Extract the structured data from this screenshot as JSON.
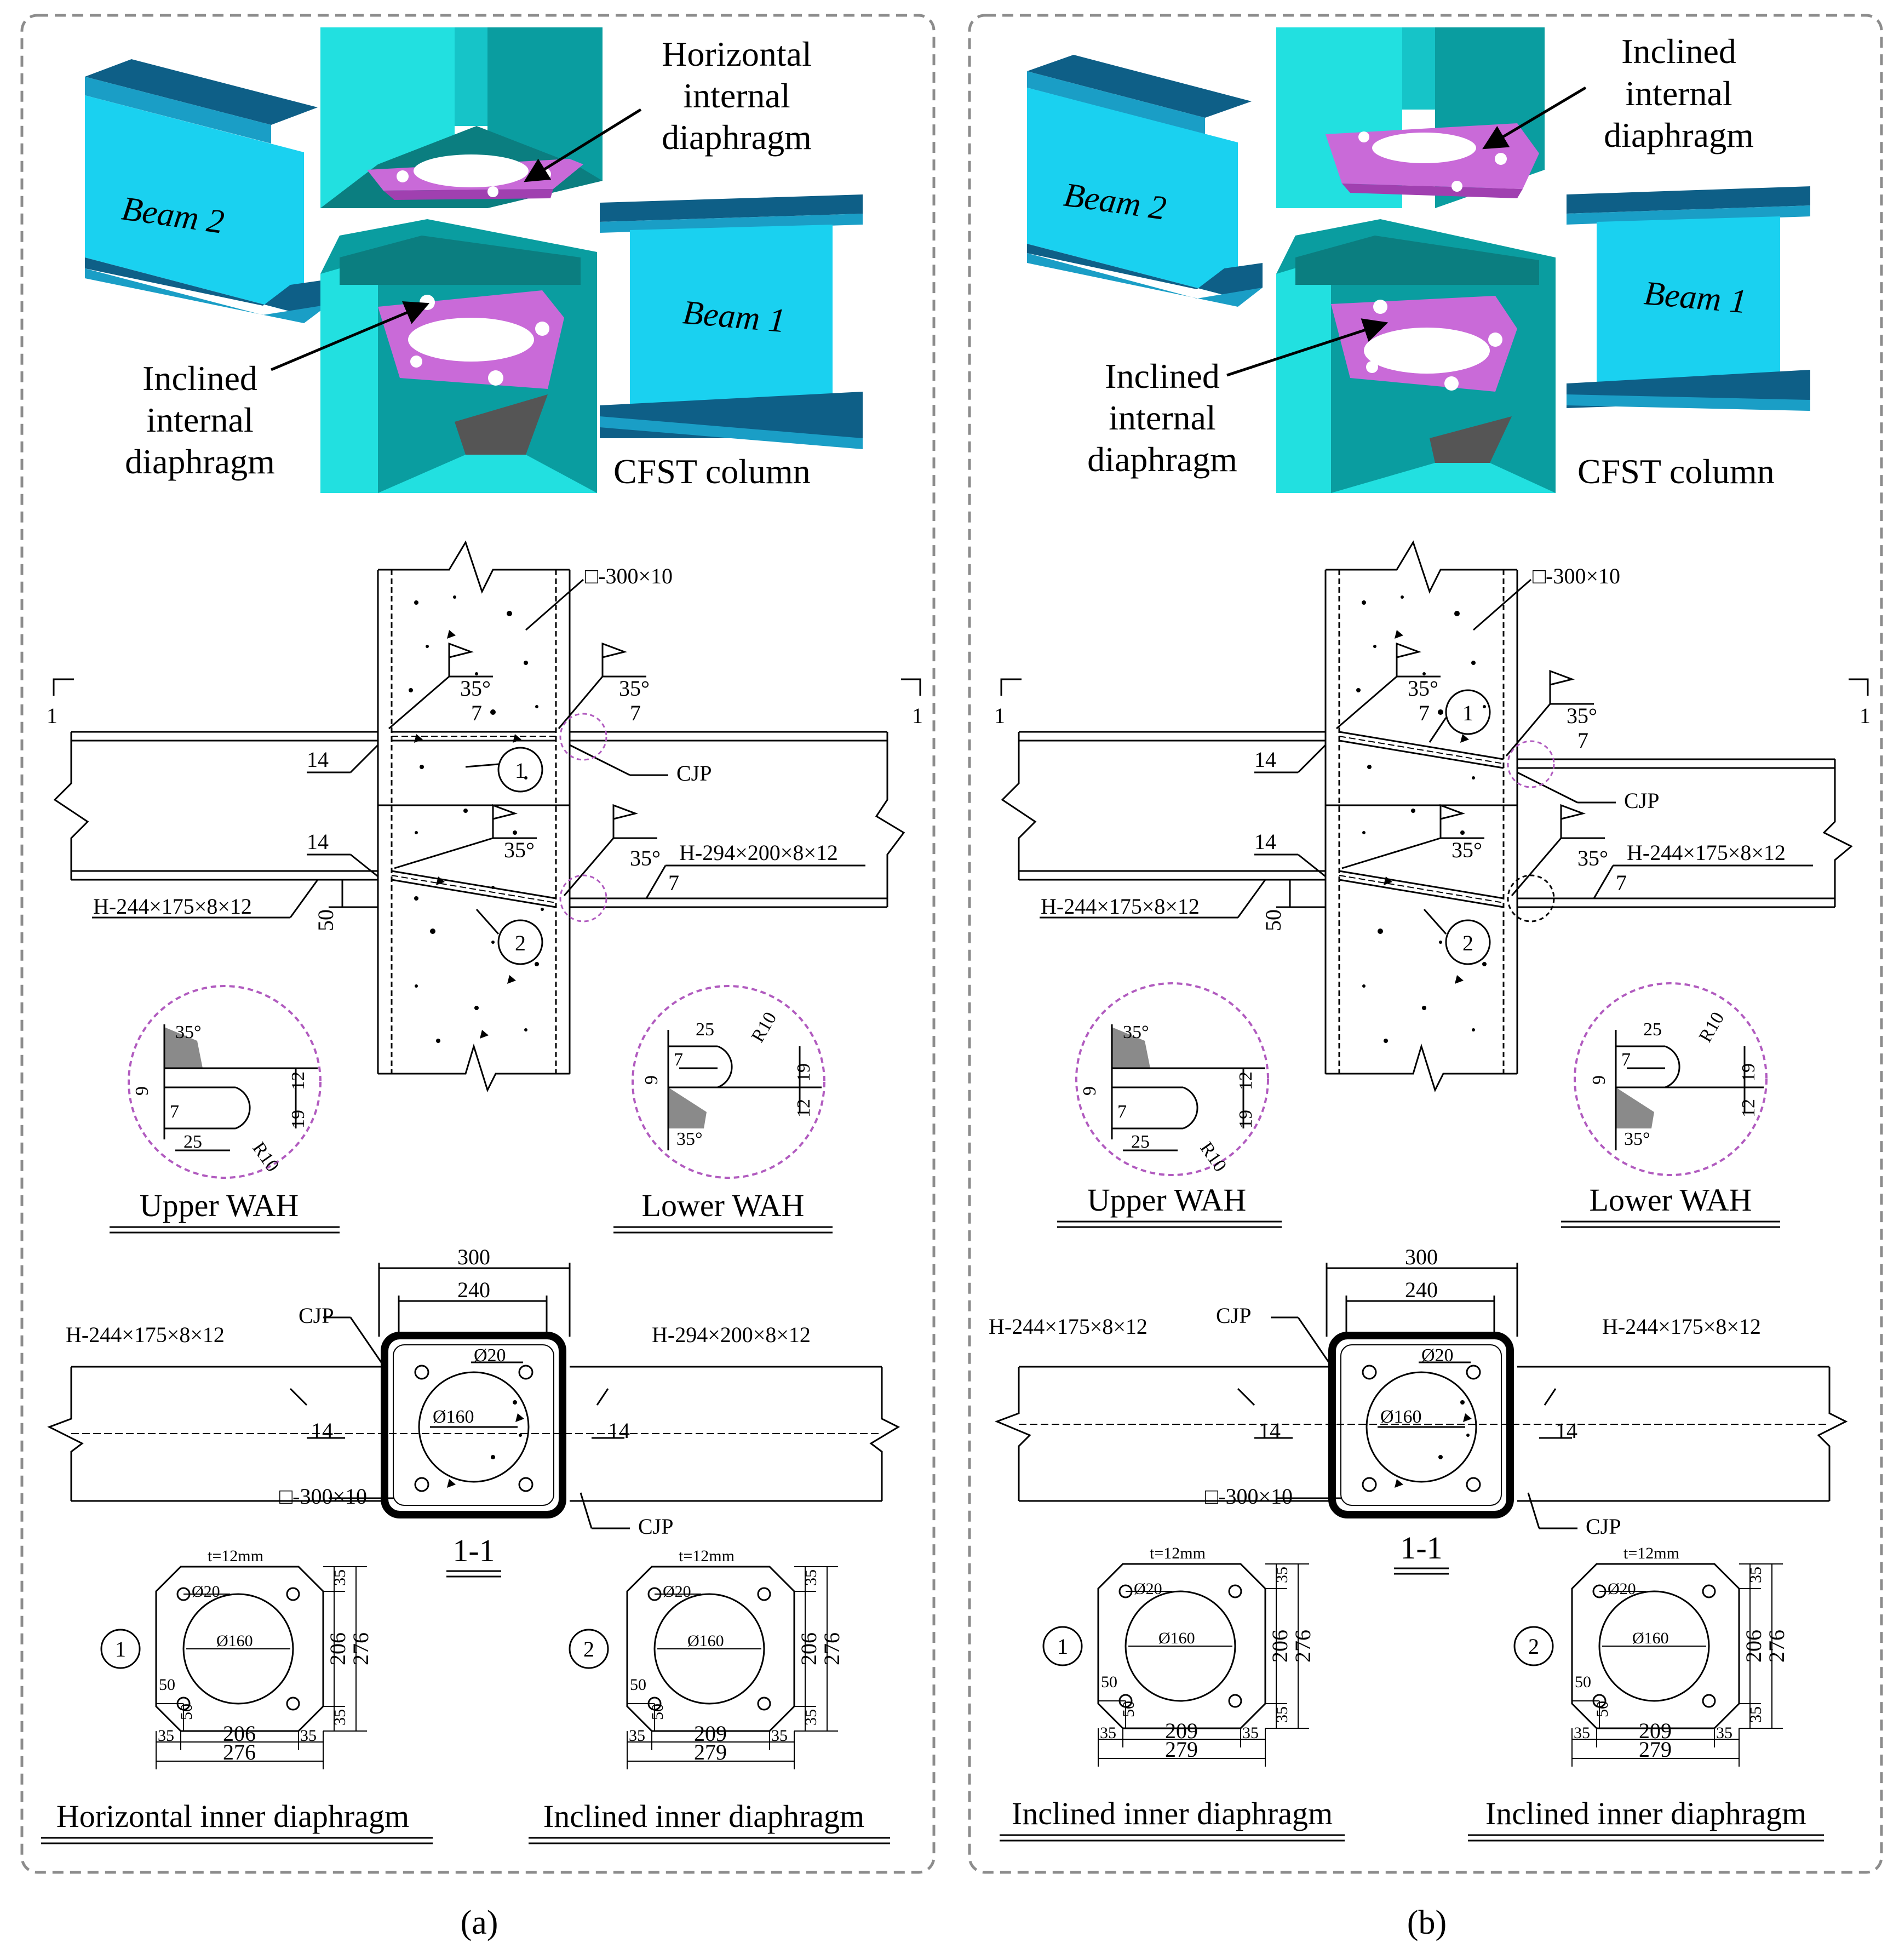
{
  "colors": {
    "beam_face": "#1ad1f0",
    "beam_dark": "#0e5f87",
    "column": "#22e0e0",
    "column_dark": "#0a9da0",
    "diaphragm": "#c96ad8",
    "detail_circle": "#b15bbf",
    "frame": "#8c8c8c"
  },
  "panel_a": {
    "label": "(a)",
    "label_letter": "a",
    "model": {
      "beam2": "Beam 2",
      "beam1": "Beam 1",
      "top_callout": [
        "Horizontal",
        "internal",
        "diaphragm"
      ],
      "left_callout": [
        "Inclined",
        "internal",
        "diaphragm"
      ],
      "column": "CFST column"
    },
    "elevation": {
      "tube": "□-300×10",
      "angle": "35°",
      "weld_size": "7",
      "fillet": "14",
      "cjp": "CJP",
      "beam_left": "H-244×175×8×12",
      "beam_right": "H-294×200×8×12",
      "offset": "50",
      "section_mark": "1",
      "node1": "1",
      "node2": "2"
    },
    "wah": {
      "upper": "Upper WAH",
      "lower": "Lower WAH",
      "angle": "35°",
      "d7": "7",
      "d9": "9",
      "d12": "12",
      "d19": "19",
      "d25": "25",
      "radius": "R10"
    },
    "plan": {
      "d300": "300",
      "d240": "240",
      "cjp": "CJP",
      "beam_left": "H-244×175×8×12",
      "beam_right": "H-294×200×8×12",
      "hole_small": "Ø20",
      "hole_big": "Ø160",
      "fillet": "14",
      "tube": "□-300×10",
      "section": "1-1"
    },
    "plates": [
      {
        "num": "1",
        "t": "t=12mm",
        "d20": "Ø20",
        "d160": "Ø160",
        "d50a": "50",
        "d50b": "50",
        "r35a": "35",
        "r35b": "35",
        "h206": "206",
        "h276": "276",
        "b35a": "35",
        "b35b": "35",
        "bmid": "206",
        "btot": "276",
        "caption": "Horizontal inner diaphragm"
      },
      {
        "num": "2",
        "t": "t=12mm",
        "d20": "Ø20",
        "d160": "Ø160",
        "d50a": "50",
        "d50b": "50",
        "r35a": "35",
        "r35b": "35",
        "h206": "206",
        "h276": "276",
        "b35a": "35",
        "b35b": "35",
        "bmid": "209",
        "btot": "279",
        "caption": "Inclined inner diaphragm"
      }
    ]
  },
  "panel_b": {
    "label": "(b)",
    "label_letter": "b",
    "model": {
      "beam2": "Beam 2",
      "beam1": "Beam 1",
      "top_callout": [
        "Inclined",
        "internal",
        "diaphragm"
      ],
      "left_callout": [
        "Inclined",
        "internal",
        "diaphragm"
      ],
      "column": "CFST column"
    },
    "elevation": {
      "tube": "□-300×10",
      "angle": "35°",
      "weld_size": "7",
      "fillet": "14",
      "cjp": "CJP",
      "beam_left": "H-244×175×8×12",
      "beam_right": "H-244×175×8×12",
      "offset": "50",
      "section_mark": "1",
      "node1": "1",
      "node2": "2"
    },
    "wah": {
      "upper": "Upper WAH",
      "lower": "Lower WAH",
      "angle": "35°",
      "d7": "7",
      "d9": "9",
      "d12": "12",
      "d19": "19",
      "d25": "25",
      "radius": "R10"
    },
    "plan": {
      "d300": "300",
      "d240": "240",
      "cjp": "CJP",
      "beam_left": "H-244×175×8×12",
      "beam_right": "H-244×175×8×12",
      "hole_small": "Ø20",
      "hole_big": "Ø160",
      "fillet": "14",
      "tube": "□-300×10",
      "section": "1-1"
    },
    "plates": [
      {
        "num": "1",
        "t": "t=12mm",
        "d20": "Ø20",
        "d160": "Ø160",
        "d50a": "50",
        "d50b": "50",
        "r35a": "35",
        "r35b": "35",
        "h206": "206",
        "h276": "276",
        "b35a": "35",
        "b35b": "35",
        "bmid": "209",
        "btot": "279",
        "caption": "Inclined inner diaphragm"
      },
      {
        "num": "2",
        "t": "t=12mm",
        "d20": "Ø20",
        "d160": "Ø160",
        "d50a": "50",
        "d50b": "50",
        "r35a": "35",
        "r35b": "35",
        "h206": "206",
        "h276": "276",
        "b35a": "35",
        "b35b": "35",
        "bmid": "209",
        "btot": "279",
        "caption": "Inclined inner diaphragm"
      }
    ]
  }
}
